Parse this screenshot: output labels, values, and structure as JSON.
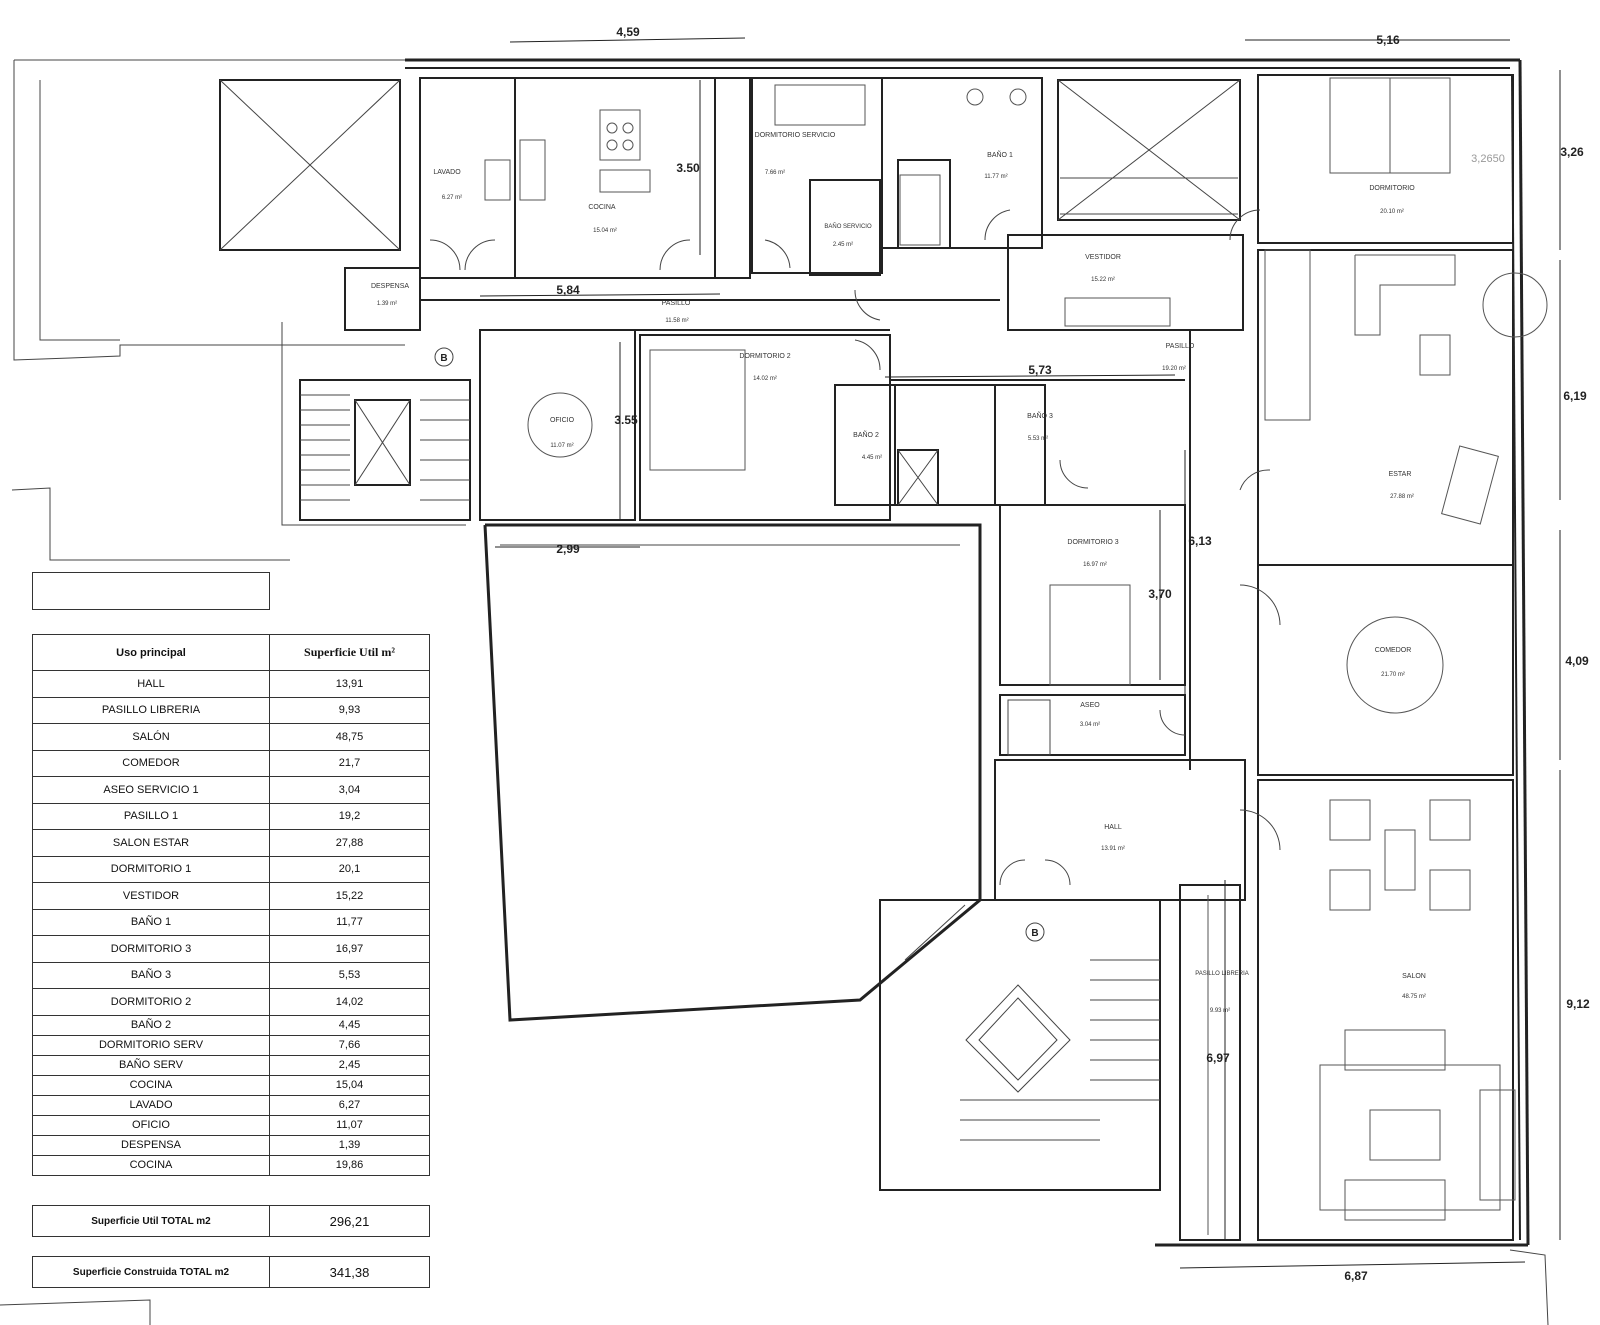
{
  "rooms": {
    "lavado": {
      "name": "LAVADO",
      "area": "6.27 m²"
    },
    "cocina": {
      "name": "COCINA",
      "area": "15.04 m²"
    },
    "dorm_servicio": {
      "name": "DORMITORIO SERVICIO",
      "area": "7.66 m²"
    },
    "bano_servicio": {
      "name": "BAÑO SERVICIO",
      "area": "2.45 m²"
    },
    "bano1": {
      "name": "BAÑO 1",
      "area": "11.77 m²"
    },
    "dormitorio": {
      "name": "DORMITORIO",
      "area": "20.10 m²"
    },
    "vestidor": {
      "name": "VESTIDOR",
      "area": "15.22 m²"
    },
    "despensa": {
      "name": "DESPENSA",
      "area": "1.39 m²"
    },
    "pasillo": {
      "name": "PASILLO",
      "area": "11.58 m²"
    },
    "pasillo2": {
      "name": "PASILLO",
      "area": "19.20 m²"
    },
    "oficio": {
      "name": "OFICIO",
      "area": "11.07 m²"
    },
    "dormitorio2": {
      "name": "DORMITORIO 2",
      "area": "14.02 m²"
    },
    "bano2": {
      "name": "BAÑO 2",
      "area": "4.45 m²"
    },
    "bano3": {
      "name": "BAÑO 3",
      "area": "5.53 m²"
    },
    "dormitorio3": {
      "name": "DORMITORIO 3",
      "area": "16.97 m²"
    },
    "estar": {
      "name": "ESTAR",
      "area": "27.88 m²"
    },
    "comedor": {
      "name": "COMEDOR",
      "area": "21.70 m²"
    },
    "aseo": {
      "name": "ASEO",
      "area": "3.04 m²"
    },
    "hall": {
      "name": "HALL",
      "area": "13.91 m²"
    },
    "pasillo_libreria": {
      "name": "PASILLO LIBRERIA",
      "area": "9.93 m²"
    },
    "salon": {
      "name": "SALON",
      "area": "48.75 m²"
    }
  },
  "dimensions": {
    "d459": "4,59",
    "d516": "5,16",
    "d326": "3,26",
    "d326b": "3,2650",
    "d350": "3.50",
    "d584": "5,84",
    "d573": "5,73",
    "d355": "3.55",
    "d619": "6,19",
    "d299": "2,99",
    "d613": "6,13",
    "d370": "3,70",
    "d409": "4,09",
    "d912": "9,12",
    "d697": "6,97",
    "d687": "6,87"
  },
  "stair_label": "B",
  "table": {
    "headers": {
      "uso": "Uso principal",
      "superficie": "Superficie Util m²"
    },
    "rows": [
      {
        "uso": "HALL",
        "sup": "13,91"
      },
      {
        "uso": "PASILLO LIBRERIA",
        "sup": "9,93"
      },
      {
        "uso": "SALÓN",
        "sup": "48,75"
      },
      {
        "uso": "COMEDOR",
        "sup": "21,7"
      },
      {
        "uso": "ASEO SERVICIO 1",
        "sup": "3,04"
      },
      {
        "uso": "PASILLO 1",
        "sup": "19,2"
      },
      {
        "uso": "SALON ESTAR",
        "sup": "27,88"
      },
      {
        "uso": "DORMITORIO 1",
        "sup": "20,1"
      },
      {
        "uso": "VESTIDOR",
        "sup": "15,22"
      },
      {
        "uso": "BAÑO 1",
        "sup": "11,77"
      },
      {
        "uso": "DORMITORIO 3",
        "sup": "16,97"
      },
      {
        "uso": "BAÑO 3",
        "sup": "5,53"
      },
      {
        "uso": "DORMITORIO 2",
        "sup": "14,02"
      },
      {
        "uso": "BAÑO 2",
        "sup": "4,45"
      },
      {
        "uso": "DORMITORIO SERV",
        "sup": "7,66"
      },
      {
        "uso": "BAÑO SERV",
        "sup": "2,45"
      },
      {
        "uso": "COCINA",
        "sup": "15,04"
      },
      {
        "uso": "LAVADO",
        "sup": "6,27"
      },
      {
        "uso": "OFICIO",
        "sup": "11,07"
      },
      {
        "uso": "DESPENSA",
        "sup": "1,39"
      },
      {
        "uso": "COCINA",
        "sup": "19,86"
      }
    ],
    "total_util_label": "Superficie Util TOTAL m2",
    "total_util": "296,21",
    "total_construida_label": "Superficie Construida TOTAL m2",
    "total_construida": "341,38"
  }
}
